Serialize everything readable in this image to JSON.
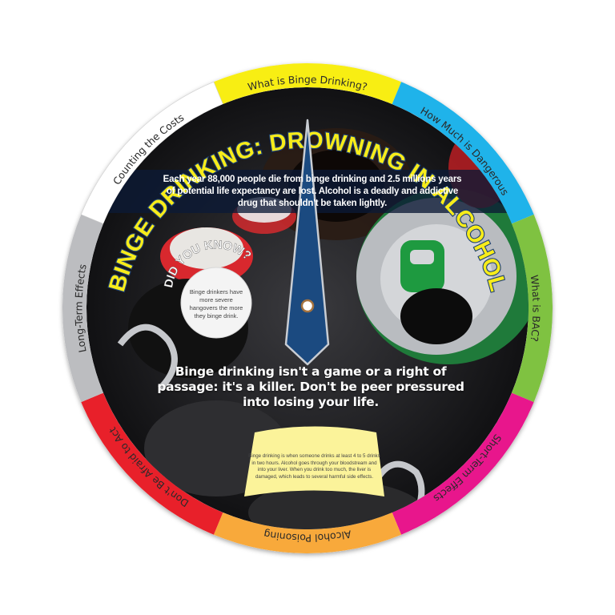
{
  "wheel": {
    "title": "BINGE DRINKING: DROWNING IN ALCOHOL",
    "colors": {
      "title_fill": "#f7ec1a",
      "title_stroke": "#1c3f73",
      "pointer": "#1b4a80",
      "pointer_outline": "#c9cdd3",
      "pivot_ring": "#a5733f",
      "fact_band": "#0b1a36",
      "definition_panel": "#fbf39a",
      "background_dark": "#1d1d1f"
    },
    "segments": [
      {
        "label": "What is Binge Drinking?",
        "color": "#f8ee13"
      },
      {
        "label": "How Much is Dangerous",
        "color": "#1fb3ea"
      },
      {
        "label": "What is BAC?",
        "color": "#7fc241"
      },
      {
        "label": "Short-Term Effects",
        "color": "#e8168c"
      },
      {
        "label": "Alcohol Poisoning",
        "color": "#f8a93b"
      },
      {
        "label": "Don't Be Afraid to Act",
        "color": "#e8202a"
      },
      {
        "label": "Long-Term Effects",
        "color": "#bcbdc0"
      },
      {
        "label": "Counting the Costs",
        "color": "#ffffff"
      }
    ],
    "fact": "Each year 88,000 people die from binge drinking and 2.5 millions years of potential life expectancy are lost. Alcohol is a deadly and addictive drug that shouldn't be taken lightly.",
    "did_you_know": {
      "heading": "DID YOU KNOW?",
      "text": "Binge drinkers have more severe hangovers the more they binge drink."
    },
    "warning": "Binge drinking isn't a game or a right of passage: it's a killer. Don't be peer pressured into losing your life.",
    "definition": "Binge drinking is when someone drinks at least 4 to 5 drinks in two hours. Alcohol goes through your bloodstream and into your liver. When you drink too much, the liver is damaged, which leads to several harmful side effects."
  }
}
